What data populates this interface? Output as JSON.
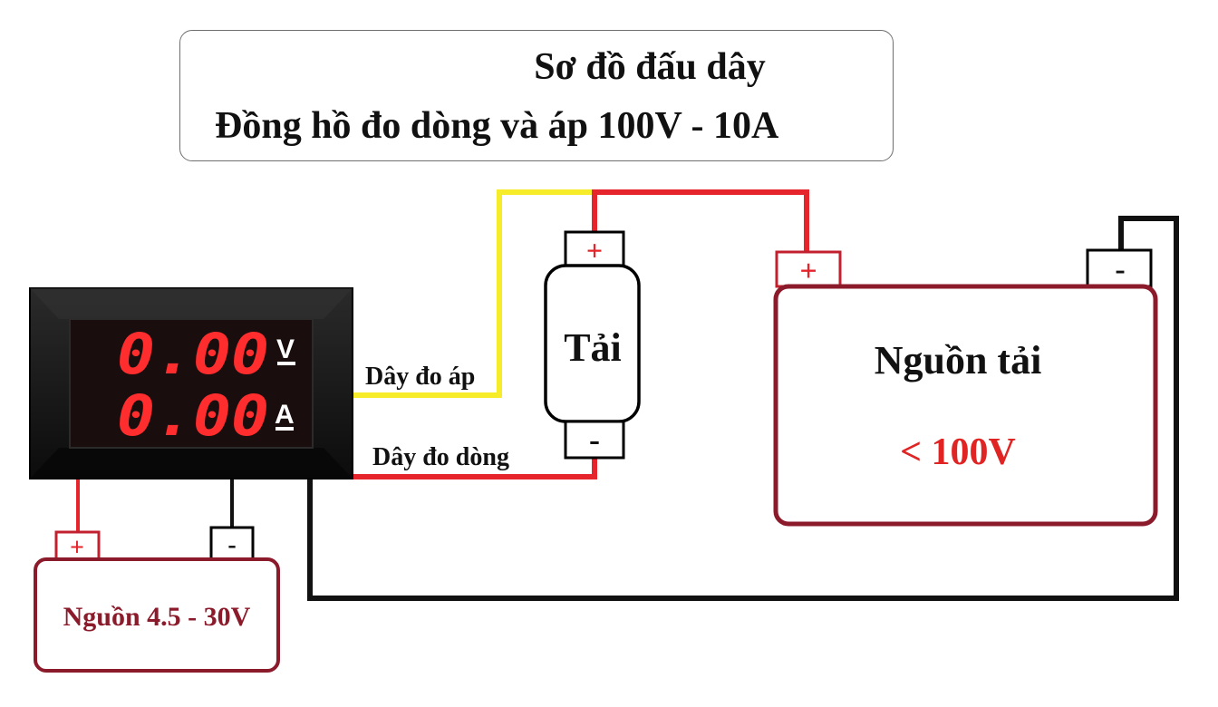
{
  "title": {
    "line1": "Sơ đồ đấu dây",
    "line2": "Đồng hồ đo dòng và áp 100V - 10A"
  },
  "meter": {
    "voltage_reading": "0.00",
    "current_reading": "0.00",
    "voltage_unit": "V",
    "current_unit": "A"
  },
  "wires": {
    "voltage_label": "Dây đo áp",
    "current_label": "Dây đo dòng"
  },
  "load": {
    "label": "Tải",
    "plus": "+",
    "minus": "-"
  },
  "load_supply": {
    "label": "Nguồn tải",
    "rating": "< 100V",
    "plus": "+",
    "minus": "-"
  },
  "meter_supply": {
    "label": "Nguồn 4.5 - 30V",
    "plus": "+",
    "minus": "-"
  },
  "colors": {
    "voltage_wire": "#f6ec2a",
    "positive_wire": "#e5252b",
    "ground_wire": "#111111",
    "box_border": "#8b1a2b",
    "display_digits": "#ff2d2d",
    "meter_body": "#161616",
    "rating_text": "#e02424",
    "label_text": "#111111"
  }
}
